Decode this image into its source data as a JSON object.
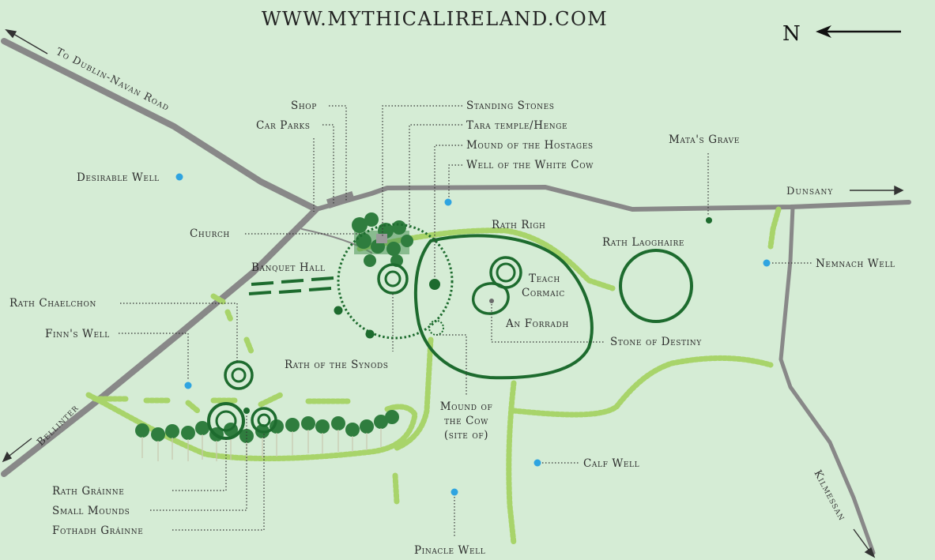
{
  "title": "WWW.MYTHICALIRELAND.COM",
  "north": "N",
  "roads": {
    "dublin": "To Dublin-Navan Road",
    "dunsany": "Dunsany",
    "bellinter": "Bellinter",
    "kilmessan": "Kilmessan"
  },
  "labels": {
    "shop": "Shop",
    "car_parks": "Car Parks",
    "standing_stones": "Standing Stones",
    "tara_temple": "Tara temple/Henge",
    "mound_hostages": "Mound of the Hostages",
    "well_white_cow": "Well of the White Cow",
    "matas_grave": "Mata's Grave",
    "desirable_well": "Desirable Well",
    "church": "Church",
    "rath_righ": "Rath Righ",
    "rath_laoghaire": "Rath Laoghaire",
    "nemnach_well": "Nemnach Well",
    "banquet_hall": "Banquet Hall",
    "teach_cormaic_1": "Teach",
    "teach_cormaic_2": "Cormaic",
    "an_forradh": "An Forradh",
    "rath_chaelchon": "Rath Chaelchon",
    "finns_well": "Finn's Well",
    "stone_of_destiny": "Stone of Destiny",
    "rath_synods": "Rath of the Synods",
    "mound_cow_1": "Mound of",
    "mound_cow_2": "the Cow",
    "mound_cow_3": "(site of)",
    "calf_well": "Calf Well",
    "rath_grainne": "Rath Gráinne",
    "small_mounds": "Small Mounds",
    "fothadh_grainne": "Fothadh Gráinne",
    "pinacle_well": "Pinacle Well"
  },
  "colors": {
    "background": "#d5ecd5",
    "road": "#888888",
    "earthwork": "#1d6b2e",
    "hedge": "#a8d46a",
    "well": "#2fa4e0"
  }
}
